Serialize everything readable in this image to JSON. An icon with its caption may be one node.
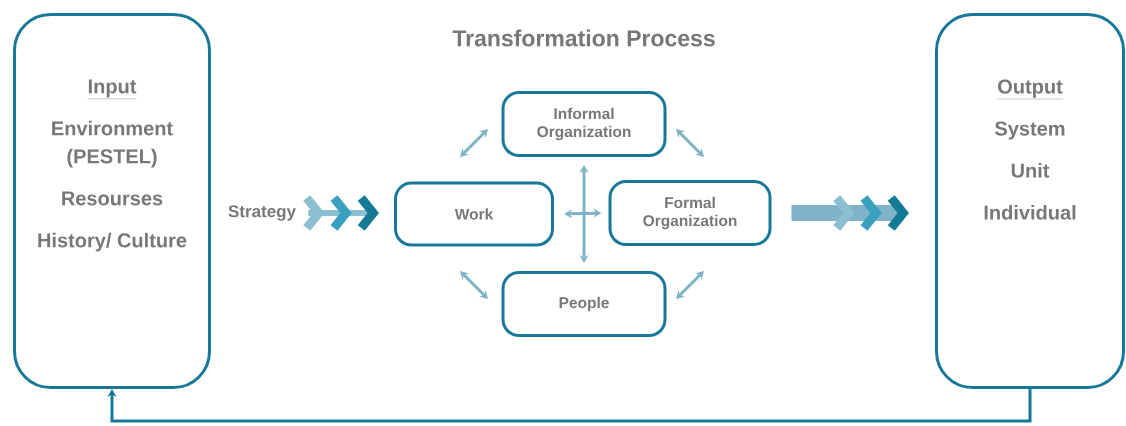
{
  "diagram": {
    "title": "Transformation Process",
    "nodes": [
      {
        "text": [
          "Input",
          "Environment (PESTEL)",
          "Resourses",
          "History/ Culture"
        ]
      },
      {
        "text": [
          "Strategy"
        ]
      },
      {
        "text": [
          "Informal Organization"
        ]
      },
      {
        "text": [
          "Work"
        ]
      },
      {
        "text": [
          "Formal Organization"
        ]
      },
      {
        "text": [
          "People"
        ]
      },
      {
        "text": [
          "Output",
          "System",
          "Unit",
          "Individual"
        ]
      }
    ],
    "edges": [
      {
        "from": 1,
        "to": 3,
        "arrow": "to",
        "style": "thick"
      },
      {
        "from": 4,
        "to": 6,
        "arrow": "to",
        "style": "thick"
      },
      {
        "from": 3,
        "to": 2,
        "arrow": "both"
      },
      {
        "from": 2,
        "to": 4,
        "arrow": "both"
      },
      {
        "from": 3,
        "to": 5,
        "arrow": "both"
      },
      {
        "from": 5,
        "to": 4,
        "arrow": "both"
      },
      {
        "from": 3,
        "to": 4,
        "arrow": "both"
      },
      {
        "from": 2,
        "to": 5,
        "arrow": "both"
      },
      {
        "from": 6,
        "to": 0,
        "arrow": "to",
        "color": "#17789a"
      }
    ]
  }
}
